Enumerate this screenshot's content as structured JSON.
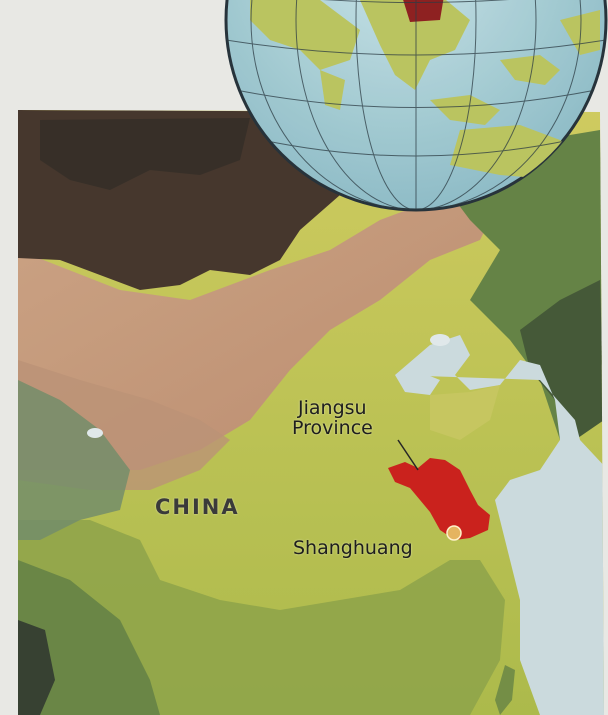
{
  "map": {
    "country_label": "CHINA",
    "province_label_line1": "Jiangsu",
    "province_label_line2": "Province",
    "site_label": "Shanghuang",
    "colors": {
      "water": "#c9d9dc",
      "desert_dark": "#3f2f25",
      "plateau_tan": "#c79c7b",
      "lowland_green": "#c7c94f",
      "forest_green": "#5f7e3f",
      "highlight_province": "#c81a14",
      "site_marker": "#e4b15a",
      "globe_ocean": "#a9cfd6",
      "globe_land": "#b8c25a"
    },
    "icons": {
      "globe": "globe-inset-icon",
      "site": "site-marker-icon"
    }
  }
}
